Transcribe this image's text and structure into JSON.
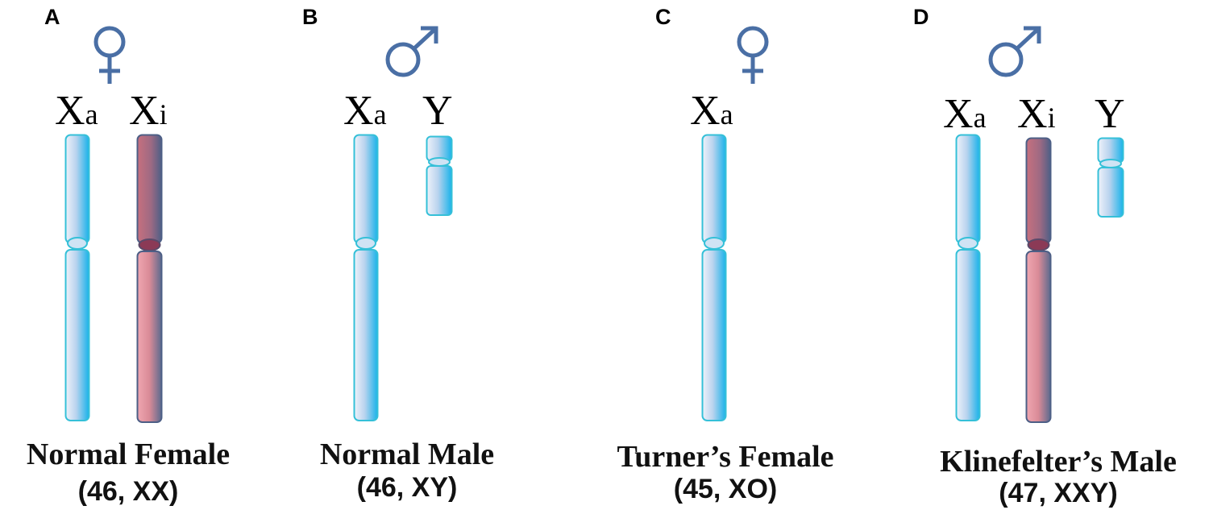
{
  "colors": {
    "active_x": "#27b4e8",
    "active_x_light": "#dfe7f5",
    "inactive_x": "#e3939f",
    "inactive_x_dark": "#5b6a8c",
    "symbol": "#4a6fa5"
  },
  "panels": [
    {
      "letter": "A",
      "symbol": "female-symbol",
      "chromosomes": [
        {
          "letter": "X",
          "sub": "a",
          "state": "active"
        },
        {
          "letter": "X",
          "sub": "i",
          "state": "inactive"
        }
      ],
      "title": "Normal Female",
      "karyotype": "(46, XX)"
    },
    {
      "letter": "B",
      "symbol": "male-symbol",
      "chromosomes": [
        {
          "letter": "X",
          "sub": "a",
          "state": "active"
        },
        {
          "letter": "Y",
          "sub": "",
          "state": "y"
        }
      ],
      "title": "Normal Male",
      "karyotype": "(46, XY)"
    },
    {
      "letter": "C",
      "symbol": "female-symbol",
      "chromosomes": [
        {
          "letter": "X",
          "sub": "a",
          "state": "active"
        }
      ],
      "title": "Turner’s Female",
      "karyotype": "(45, XO)"
    },
    {
      "letter": "D",
      "symbol": "male-symbol",
      "chromosomes": [
        {
          "letter": "X",
          "sub": "a",
          "state": "active"
        },
        {
          "letter": "X",
          "sub": "i",
          "state": "inactive"
        },
        {
          "letter": "Y",
          "sub": "",
          "state": "y"
        }
      ],
      "title": "Klinefelter’s Male",
      "karyotype": "(47, XXY)"
    }
  ]
}
